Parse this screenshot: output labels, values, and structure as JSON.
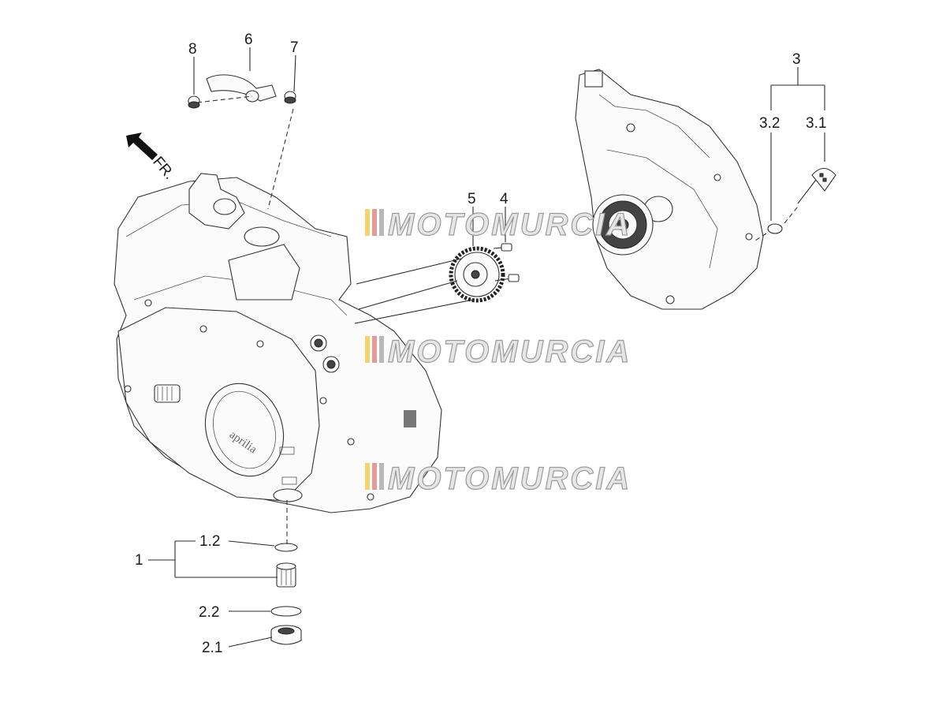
{
  "callouts": {
    "c1": "1",
    "c1_2": "1.2",
    "c2_1": "2.1",
    "c2_2": "2.2",
    "c3": "3",
    "c3_1": "3.1",
    "c3_2": "3.2",
    "c4": "4",
    "c5": "5",
    "c6": "6",
    "c7": "7",
    "c8": "8"
  },
  "direction_label": "FR.",
  "watermark": {
    "text": "MOTOMURCIA",
    "stripe_colors": [
      "#f5d36b",
      "#e59a9a",
      "#b8b8b8"
    ]
  },
  "engine_logo": "aprilia"
}
